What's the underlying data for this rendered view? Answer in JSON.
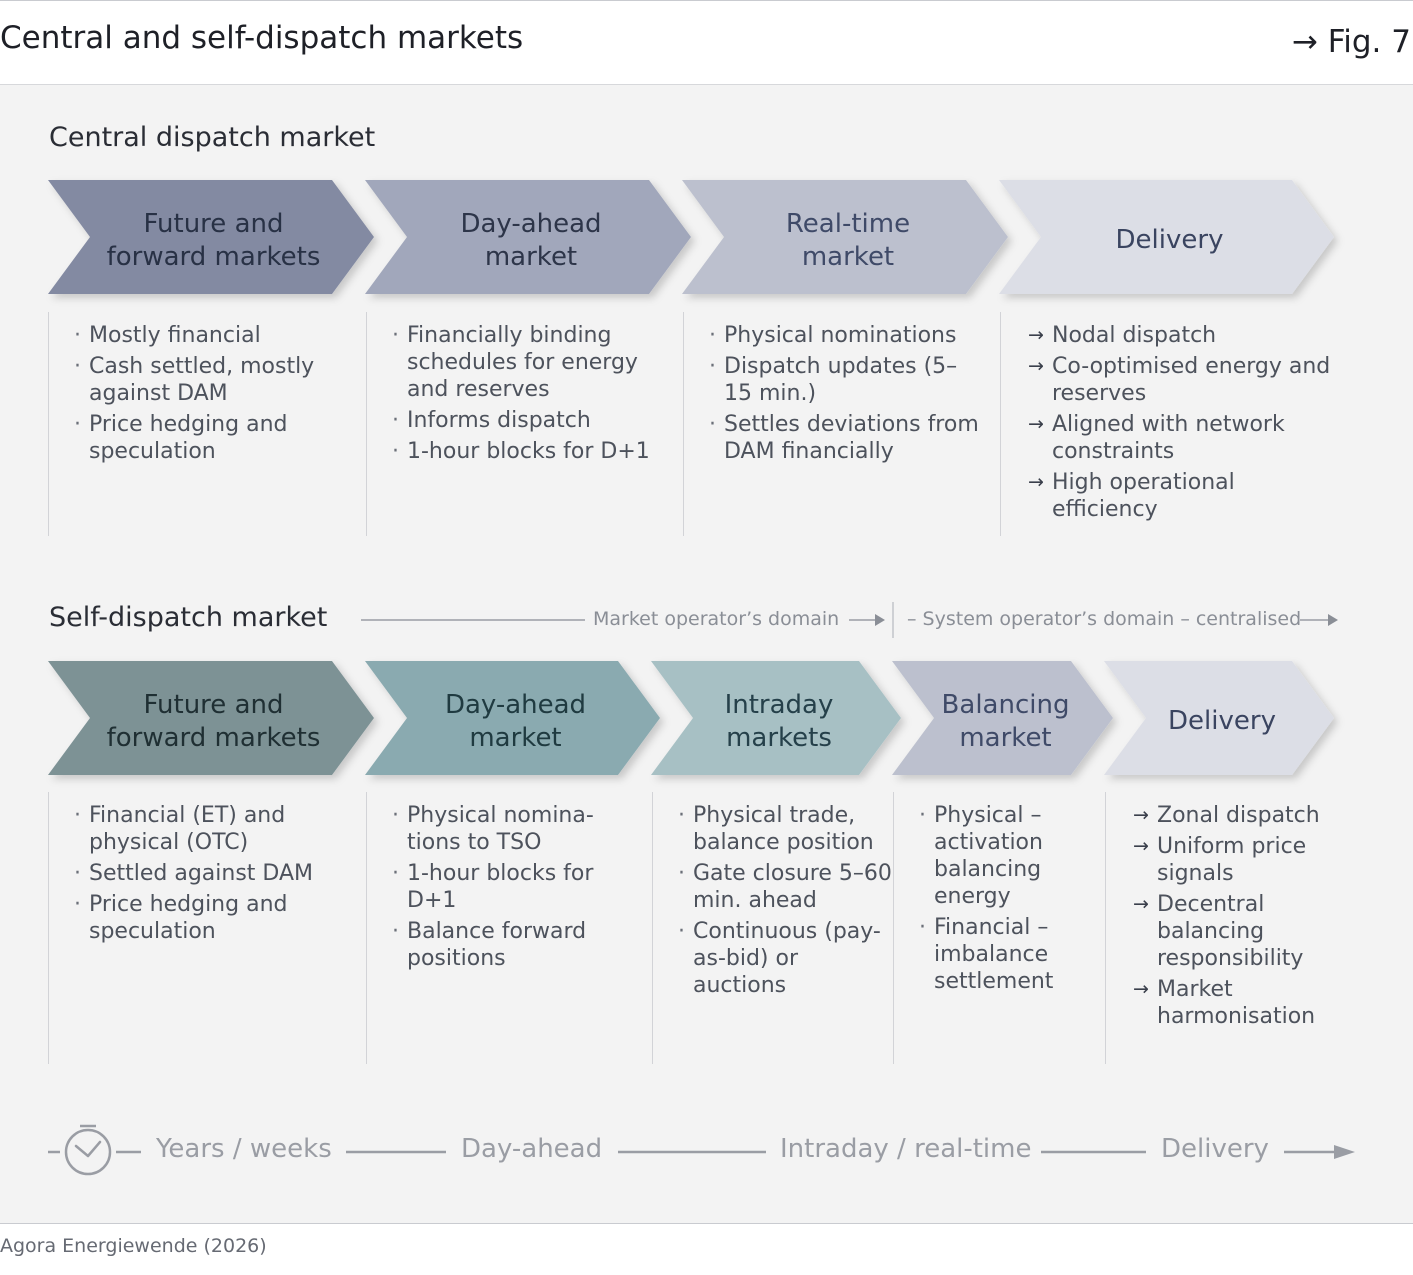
{
  "header": {
    "title": "Central and self-dispatch markets",
    "figure": "→ Fig. 7"
  },
  "source": "Agora Energiewende (2026)",
  "central": {
    "title": "Central dispatch market",
    "stages": [
      {
        "line1": "Future and",
        "line2": "forward markets",
        "color": "#838aa2",
        "text_color": "#283145",
        "bullet_style": "dot",
        "items": [
          "Mostly financial",
          "Cash settled, mostly against DAM",
          "Price hedging and speculation"
        ]
      },
      {
        "line1": "Day-ahead",
        "line2": "market",
        "color": "#a1a7bb",
        "text_color": "#2d3549",
        "bullet_style": "dot",
        "items": [
          "Financially binding schedules for energy and reserves",
          "Informs dispatch",
          "1-hour blocks for D+1"
        ]
      },
      {
        "line1": "Real-time",
        "line2": "market",
        "color": "#bcc0ce",
        "text_color": "#3f4a68",
        "bullet_style": "dot",
        "items": [
          "Physical nominations",
          "Dispatch updates (5–15 min.)",
          "Settles deviations from DAM financially"
        ]
      },
      {
        "line1": "Delivery",
        "line2": "",
        "color": "#dcdee6",
        "text_color": "#3a4460",
        "bullet_style": "arrow",
        "items": [
          "Nodal dispatch",
          "Co-optimised energy and reserves",
          "Aligned with network constraints",
          "High operational efficiency"
        ]
      }
    ]
  },
  "self": {
    "title": "Self-dispatch market",
    "market_domain": "Market operator’s domain",
    "system_domain": "– System operator’s domain – centralised",
    "stages": [
      {
        "line1": "Future and",
        "line2": "forward markets",
        "color": "#7d9295",
        "text_color": "#1f2f33",
        "bullet_style": "dot",
        "items": [
          "Financial (ET) and physical (OTC)",
          "Settled against DAM",
          "Price hedging and speculation"
        ]
      },
      {
        "line1": "Day-ahead",
        "line2": "market",
        "color": "#8aaab0",
        "text_color": "#1f3a40",
        "bullet_style": "dot",
        "items": [
          "Physical nomina-tions to TSO",
          "1-hour blocks for D+1",
          "Balance forward positions"
        ]
      },
      {
        "line1": "Intraday",
        "line2": "markets",
        "color": "#a7c0c4",
        "text_color": "#25404a",
        "bullet_style": "dot",
        "items": [
          "Physical trade, balance position",
          "Gate closure 5–60 min. ahead",
          "Continuous (pay-as-bid) or auctions"
        ]
      },
      {
        "line1": "Balancing",
        "line2": "market",
        "color": "#bcc0ce",
        "text_color": "#3f4a68",
        "bullet_style": "dot",
        "items": [
          "Physical – activation balancing energy",
          "Financial – imbalance settlement"
        ]
      },
      {
        "line1": "Delivery",
        "line2": "",
        "color": "#dcdee6",
        "text_color": "#3a4460",
        "bullet_style": "arrow",
        "items": [
          "Zonal dispatch",
          "Uniform price signals",
          "Decentral balancing responsibility",
          "Market harmonisation"
        ]
      }
    ]
  },
  "timeline": {
    "icon": "clock-icon",
    "labels": [
      "Years / weeks",
      "Day-ahead",
      "Intraday / real-time",
      "Delivery"
    ]
  }
}
